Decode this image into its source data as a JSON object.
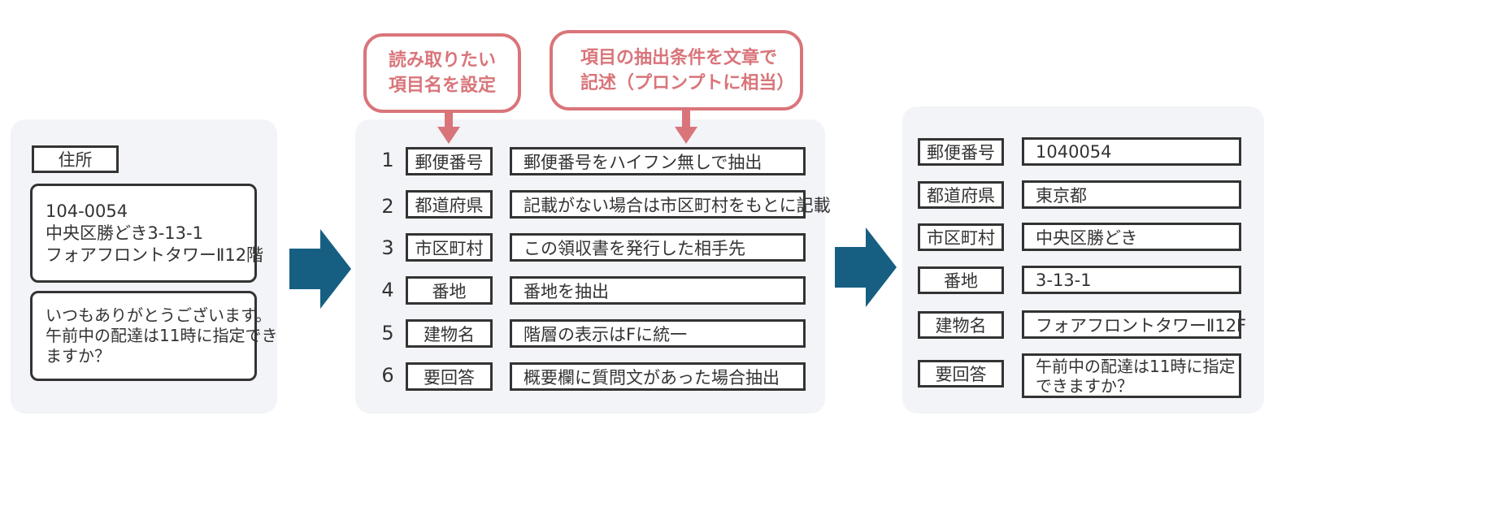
{
  "colors": {
    "panel_bg": "#f2f4f8",
    "arrow": "#175f82",
    "callout": "#d9757a",
    "border": "#333333"
  },
  "input_panel": {
    "label": "住所",
    "address_lines": [
      "104-0054",
      "中央区勝どき3-13-1",
      "フォアフロントタワーⅡ12階"
    ],
    "message_lines": [
      "いつもありがとうございます。",
      "午前中の配達は11時に指定でき",
      "ますか？"
    ]
  },
  "callouts": {
    "item_name_lines": [
      "読み取りたい",
      "項目名を設定"
    ],
    "condition_lines": [
      "項目の抽出条件を文章で",
      "記述（プロンプトに相当）"
    ]
  },
  "settings": [
    {
      "num": "1",
      "name": "郵便番号",
      "condition": "郵便番号をハイフン無しで抽出"
    },
    {
      "num": "2",
      "name": "都道府県",
      "condition": "記載がない場合は市区町村をもとに記載"
    },
    {
      "num": "3",
      "name": "市区町村",
      "condition": "この領収書を発行した相手先"
    },
    {
      "num": "4",
      "name": "番地",
      "condition": "番地を抽出"
    },
    {
      "num": "5",
      "name": "建物名",
      "condition": "階層の表示はFに統一"
    },
    {
      "num": "6",
      "name": "要回答",
      "condition": "概要欄に質問文があった場合抽出"
    }
  ],
  "results": [
    {
      "name": "郵便番号",
      "value_lines": [
        "1040054"
      ]
    },
    {
      "name": "都道府県",
      "value_lines": [
        "東京都"
      ]
    },
    {
      "name": "市区町村",
      "value_lines": [
        "中央区勝どき"
      ]
    },
    {
      "name": "番地",
      "value_lines": [
        "3-13-1"
      ]
    },
    {
      "name": "建物名",
      "value_lines": [
        "フォアフロントタワーⅡ12F"
      ]
    },
    {
      "name": "要回答",
      "value_lines": [
        "午前中の配達は11時に指定",
        "できますか？"
      ]
    }
  ]
}
